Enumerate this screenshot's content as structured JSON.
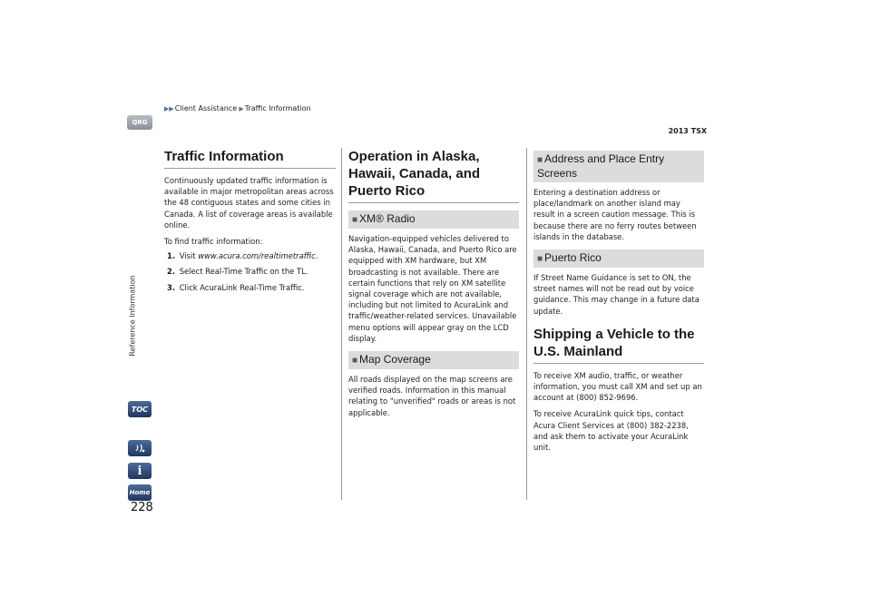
{
  "header": {
    "breadcrumb": [
      "Client Assistance",
      "Traffic Information"
    ],
    "model": "2013 TSX"
  },
  "rail": {
    "qrg": "QRG",
    "section_label": "Reference Information",
    "toc": "TOC",
    "home": "Home",
    "info": "i"
  },
  "page_number": "228",
  "col1": {
    "title": "Traffic Information",
    "p1": "Continuously updated traffic information is available in major metropolitan areas across the 48 contiguous states and some cities in Canada. A list of coverage areas is available online.",
    "p2": "To find traffic information:",
    "steps": [
      {
        "num": "1.",
        "prefix": "Visit ",
        "text": "www.acura.com/realtimetraffic",
        "suffix": "."
      },
      {
        "num": "2.",
        "text": "Select Real-Time Traffic on the TL."
      },
      {
        "num": "3.",
        "text": "Click AcuraLink Real-Time Traffic."
      }
    ]
  },
  "col2": {
    "title": "Operation in Alaska, Hawaii, Canada, and Puerto Rico",
    "sub1": "XM® Radio",
    "p1": "Navigation-equipped vehicles delivered to Alaska, Hawaii, Canada, and Puerto Rico are equipped with XM hardware, but XM broadcasting is not available. There are certain functions that rely on XM satellite signal coverage which are not available, including but not limited to AcuraLink and traffic/weather-related services. Unavailable menu options will appear gray on the LCD display.",
    "sub2": "Map Coverage",
    "p2": "All roads displayed on the map screens are verified roads. Information in this manual relating to \"unverified\" roads or areas is not applicable."
  },
  "col3": {
    "sub1": "Address and Place Entry Screens",
    "p1": "Entering a destination address or place/landmark on another island may result in a screen caution message. This is because there are no ferry routes between islands in the database.",
    "sub2": "Puerto Rico",
    "p2": "If Street Name Guidance is set to ON, the street names will not be read out by voice guidance. This may change in a future data update.",
    "title": "Shipping a Vehicle to the U.S. Mainland",
    "p3": "To receive XM audio, traffic, or weather information, you must call XM and set up an account at (800) 852-9696.",
    "p4": "To receive AcuraLink quick tips, contact Acura Client Services at (800) 382-2238, and ask them to activate your AcuraLink unit."
  },
  "sub_marker": "■"
}
